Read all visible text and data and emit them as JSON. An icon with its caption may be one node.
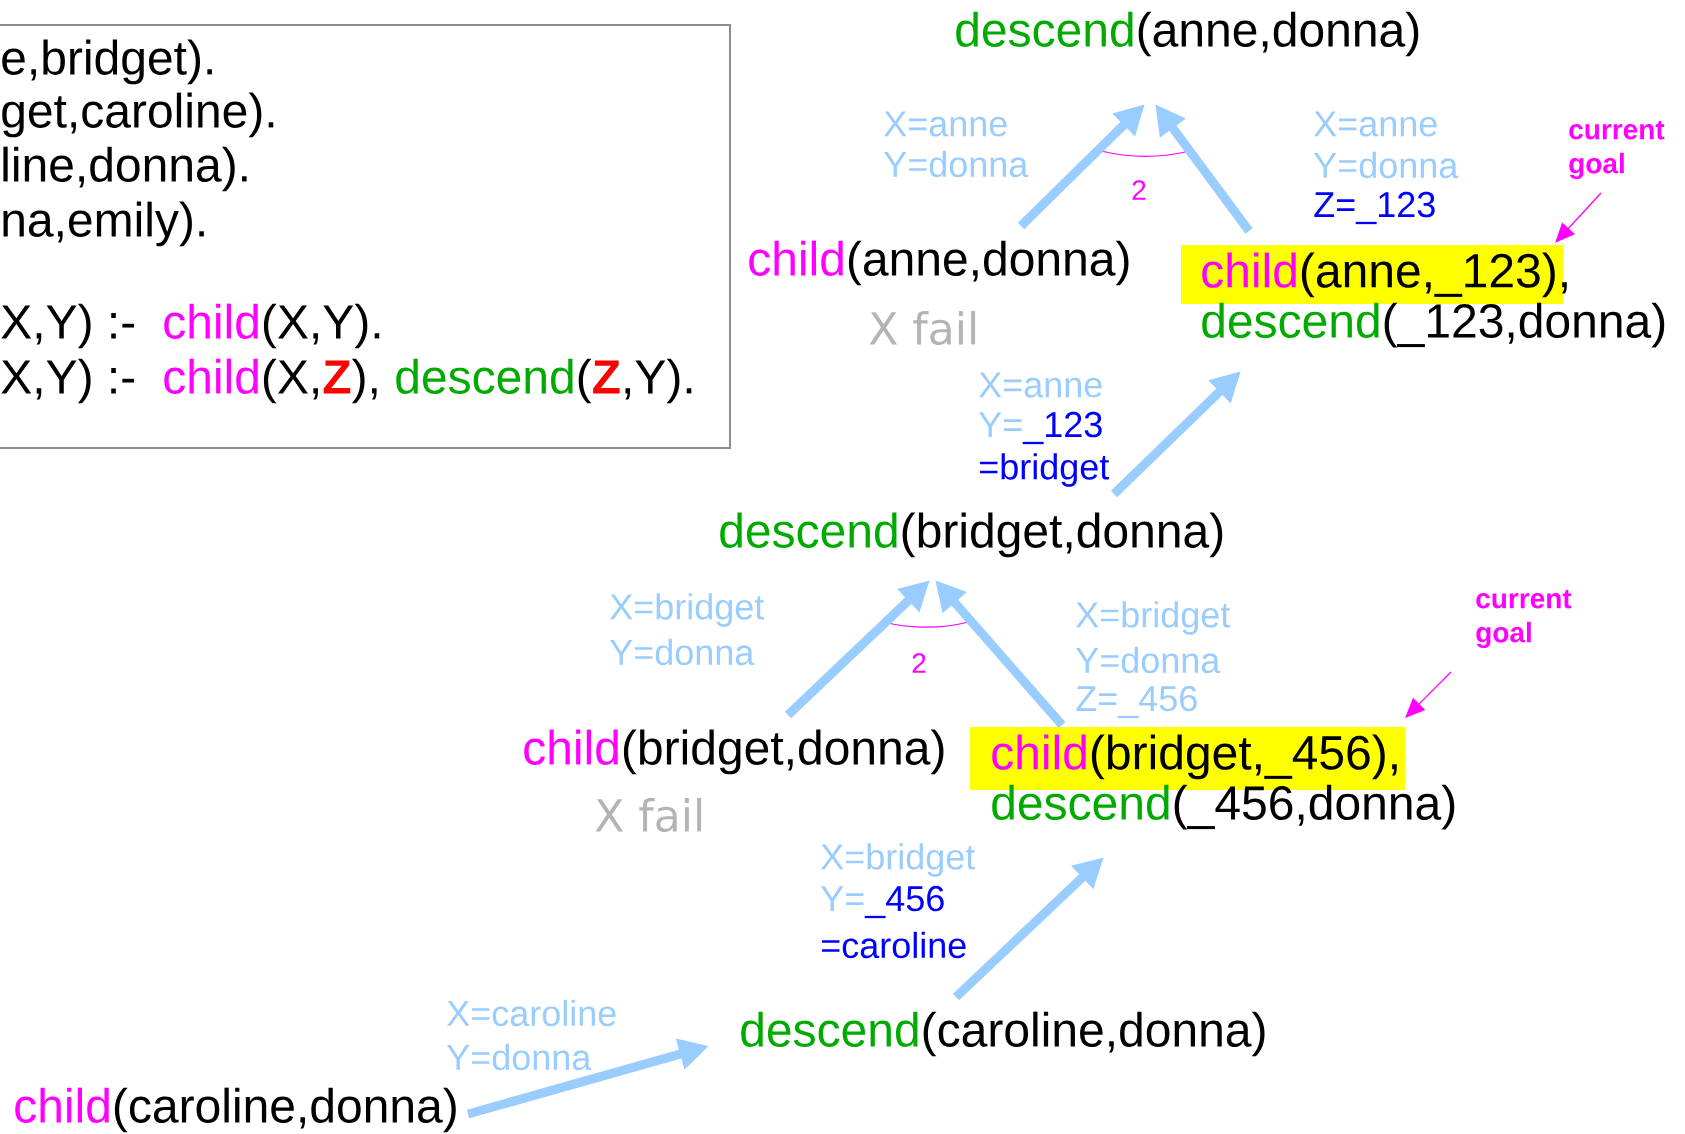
{
  "diagram": {
    "nodes": [
      {
        "text": [
          "e,bridget).",
          "get,caroline).",
          "line,donna).",
          "na,emily).",
          "X,Y) :-",
          "child",
          "(X,Y).",
          "X,Y) :-",
          "child",
          "(X,",
          "Z",
          "),",
          "descend",
          "(",
          "Z",
          ",Y)."
        ]
      },
      {
        "text": [
          "descend",
          "(anne,donna)"
        ]
      },
      {
        "text": [
          "child",
          "(anne,donna)"
        ],
        "beside": [
          "X fail"
        ]
      },
      {
        "text": [
          "child",
          "(anne,_123),",
          "descend",
          "(_123,donna)"
        ]
      },
      {
        "text": [
          "descend",
          "(bridget,donna)"
        ]
      },
      {
        "text": [
          "child",
          "(bridget,donna)"
        ],
        "beside": [
          "X fail"
        ]
      },
      {
        "text": [
          "child",
          "(bridget,_456),",
          "descend",
          "(_456,donna)"
        ]
      },
      {
        "text": [
          "descend",
          "(caroline,donna)"
        ]
      },
      {
        "text": [
          "child",
          "(caroline,donna)"
        ]
      },
      {
        "text": [
          "current goal"
        ]
      },
      {
        "text": [
          "current goal"
        ]
      }
    ],
    "edges": [
      {
        "from": 2,
        "to": 1,
        "arrow": "to"
      },
      {
        "from": 3,
        "to": 1,
        "arrow": "to"
      },
      {
        "from": 4,
        "to": 3,
        "arrow": "to"
      },
      {
        "from": 5,
        "to": 4,
        "arrow": "to"
      },
      {
        "from": 6,
        "to": 4,
        "arrow": "to"
      },
      {
        "from": 7,
        "to": 6,
        "arrow": "to"
      },
      {
        "from": 8,
        "to": 7,
        "arrow": "to"
      },
      {
        "from": 9,
        "to": 3,
        "arrow": "to",
        "color": "#ff00ff"
      },
      {
        "from": 10,
        "to": 6,
        "arrow": "to",
        "color": "#ff00ff"
      }
    ],
    "labels": [
      "X=anne",
      "Y=donna",
      "2",
      "X=anne",
      "Y=donna",
      "Z=_123",
      "X=anne",
      "Y=",
      "_123",
      "=bridget",
      "X=bridget",
      "Y=donna",
      "2",
      "X=bridget",
      "Y=donna",
      "Z=_456",
      "X=bridget",
      "Y=",
      "_456",
      "=caroline",
      "X=caroline",
      "Y=donna"
    ]
  }
}
